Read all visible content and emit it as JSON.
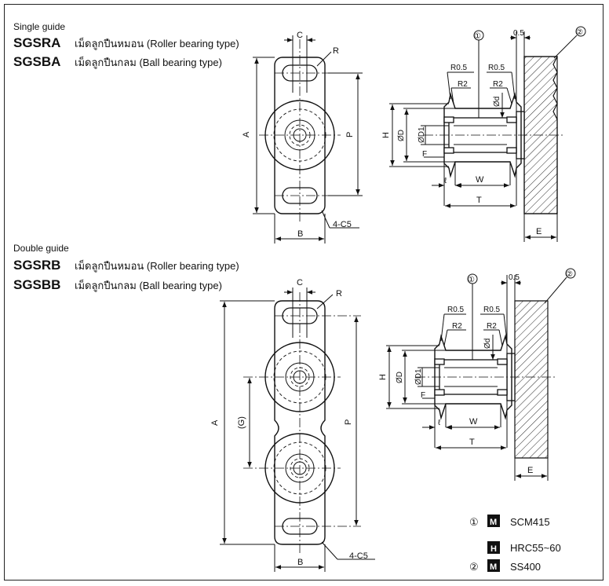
{
  "single": {
    "section_title": "Single guide",
    "rows": [
      {
        "code": "SGSRA",
        "desc": "เม็ดลูกปืนหมอน (Roller bearing type)"
      },
      {
        "code": "SGSBA",
        "desc": "เม็ดลูกปืนกลม (Ball bearing type)"
      }
    ],
    "dims": {
      "C": "C",
      "R": "R",
      "A": "A",
      "P": "P",
      "B": "B",
      "chamfer": "4-C5"
    },
    "side": {
      "circle1": "①",
      "circle2": "②",
      "gap": "0.5",
      "R05a": "R0.5",
      "R05b": "R0.5",
      "R2a": "R2",
      "R2b": "R2",
      "od": "Ød",
      "H": "H",
      "OD": "ØD",
      "OD1": "ØD1",
      "F": "F",
      "l": "ℓ",
      "W": "W",
      "T": "T",
      "E": "E"
    }
  },
  "double": {
    "section_title": "Double guide",
    "rows": [
      {
        "code": "SGSRB",
        "desc": "เม็ดลูกปืนหมอน (Roller bearing type)"
      },
      {
        "code": "SGSBB",
        "desc": "เม็ดลูกปืนกลม (Ball bearing type)"
      }
    ],
    "dims": {
      "C": "C",
      "R": "R",
      "A": "A",
      "G": "(G)",
      "P": "P",
      "B": "B",
      "chamfer": "4-C5"
    },
    "side": {
      "circle1": "①",
      "circle2": "②",
      "gap": "0.5",
      "R05a": "R0.5",
      "R05b": "R0.5",
      "R2a": "R2",
      "R2b": "R2",
      "od": "Ød",
      "H": "H",
      "OD": "ØD",
      "OD1": "ØD1",
      "F": "F",
      "l": "ℓ",
      "W": "W",
      "T": "T",
      "E": "E"
    }
  },
  "legend": [
    {
      "num": "①",
      "badge": "M",
      "text": "SCM415"
    },
    {
      "num": "",
      "badge": "H",
      "text": "HRC55~60"
    },
    {
      "num": "②",
      "badge": "M",
      "text": "SS400"
    }
  ]
}
